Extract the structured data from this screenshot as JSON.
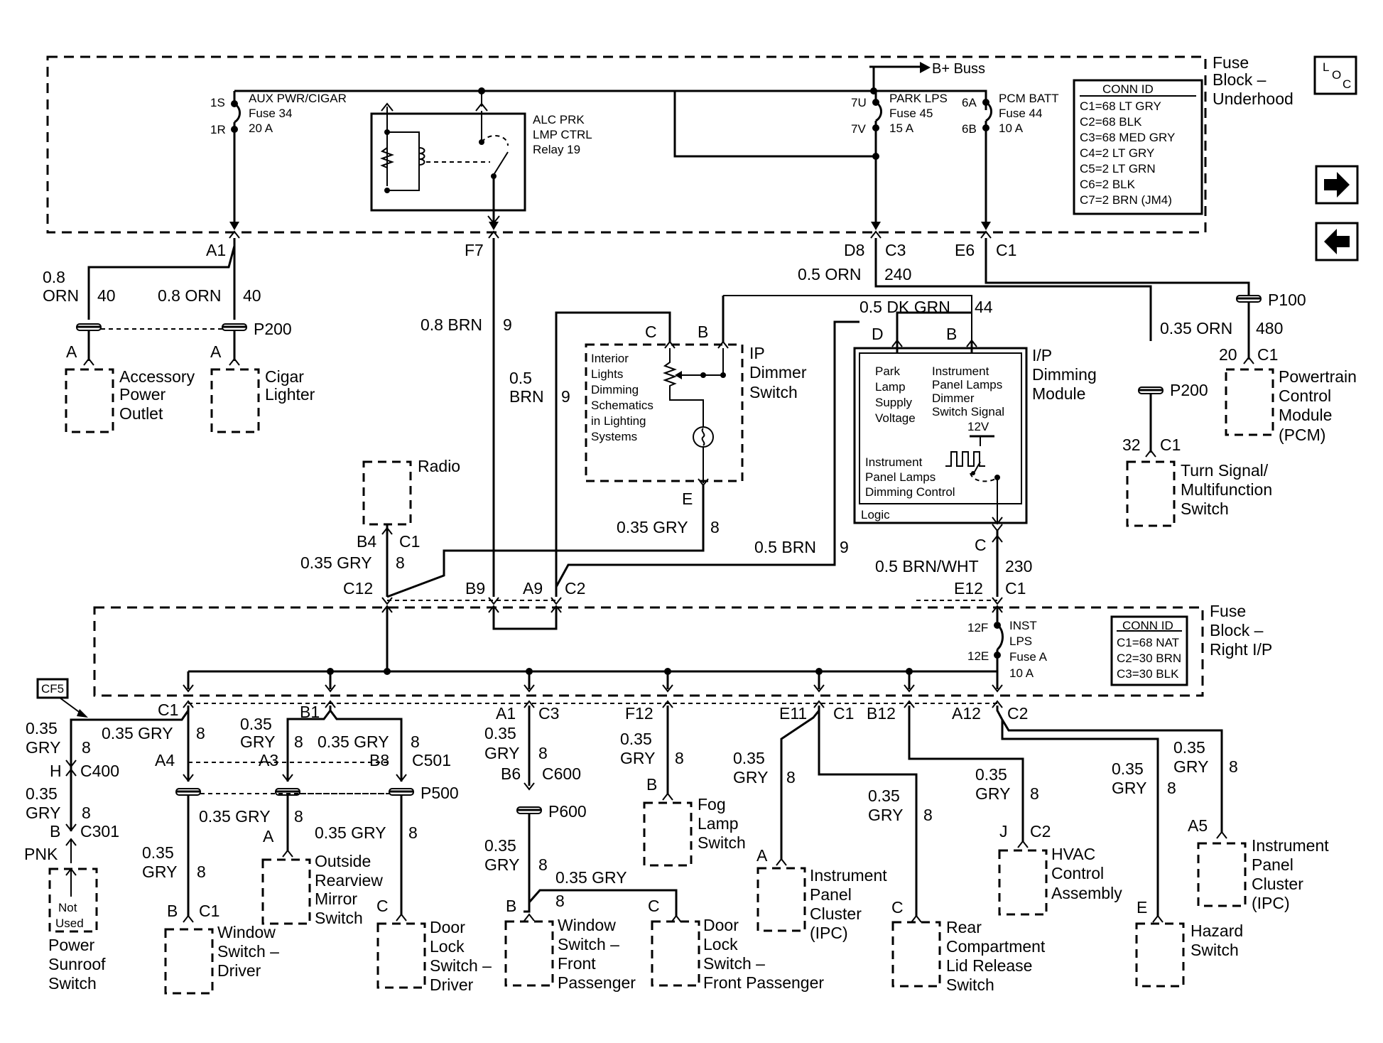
{
  "fuse_block_underhood": {
    "title": [
      "Fuse",
      "Block –",
      "Underhood"
    ],
    "b_plus_label": "B+ Buss",
    "fuse34": {
      "pin_top": "1S",
      "pin_bottom": "1R",
      "name": "AUX PWR/CIGAR",
      "fuse": "Fuse 34",
      "amp": "20 A"
    },
    "fuse45": {
      "pin_top": "7U",
      "pin_bottom": "7V",
      "name": "PARK LPS",
      "fuse": "Fuse 45",
      "amp": "15 A"
    },
    "fuse44": {
      "pin_top": "6A",
      "pin_bottom": "6B",
      "name": "PCM BATT",
      "fuse": "Fuse 44",
      "amp": "10 A"
    },
    "relay": [
      "ALC PRK",
      "LMP CTRL",
      "Relay 19"
    ],
    "conn_id": {
      "title": "CONN ID",
      "rows": [
        "C1=68 LT GRY",
        "C2=68 BLK",
        "C3=68 MED GRY",
        "C4=2 LT GRY",
        "C5=2 LT GRN",
        "C6=2 BLK",
        "C7=2 BRN (JM4)"
      ]
    }
  },
  "nav": {
    "loc_l": "L",
    "loc_o": "O",
    "loc_c": "C",
    "next_icon": "arrow-right-icon",
    "prev_icon": "arrow-left-icon"
  },
  "top_connectors": {
    "a1": "A1",
    "f7": "F7",
    "d8": "D8",
    "c3": "C3",
    "e6": "E6",
    "c1": "C1"
  },
  "wires_left": {
    "w1_size": "0.8",
    "w1_color": "ORN",
    "w1_circuit": "40",
    "w2_label": "0.8 ORN",
    "w2_circuit": "40",
    "p200": "P200",
    "pin_a1": "A",
    "pin_a2": "A",
    "accessory": [
      "Accessory",
      "Power",
      "Outlet"
    ],
    "cigar": [
      "Cigar",
      "Lighter"
    ],
    "brn_label": "0.8 BRN",
    "brn_circuit": "9"
  },
  "ip_dimmer": {
    "title": [
      "IP",
      "Dimmer",
      "Switch"
    ],
    "note": [
      "Interior",
      "Lights",
      "Dimming",
      "Schematics",
      "in Lighting",
      "Systems"
    ],
    "pin_c": "C",
    "pin_b": "B",
    "pin_e": "E",
    "wire_05": "0.5",
    "wire_brn": "BRN",
    "wire_9": "9",
    "wire_gry": "0.35 GRY",
    "wire_gry_circuit": "8"
  },
  "right_top": {
    "orn_label": "0.5 ORN",
    "orn_circuit": "240",
    "dkgrn_label": "0.5 DK GRN",
    "dkgrn_circuit": "44",
    "p100": "P100",
    "orn035_label": "0.35 ORN",
    "orn035_circuit": "480",
    "pcm_pin": "20",
    "pcm_conn": "C1",
    "pcm": [
      "Powertrain",
      "Control",
      "Module",
      "(PCM)"
    ],
    "p200": "P200",
    "ts_pin": "32",
    "ts_conn": "C1",
    "turn_signal": [
      "Turn Signal/",
      "Multifunction",
      "Switch"
    ]
  },
  "ip_dimming_module": {
    "title": [
      "I/P",
      "Dimming",
      "Module"
    ],
    "pin_d": "D",
    "pin_b": "B",
    "park": [
      "Park",
      "Lamp",
      "Supply",
      "Voltage"
    ],
    "inst": [
      "Instrument",
      "Panel Lamps",
      "Dimmer",
      "Switch Signal"
    ],
    "v12": "12V",
    "control": [
      "Instrument",
      "Panel Lamps",
      "Dimming Control"
    ],
    "logic": "Logic",
    "pin_c": "C",
    "brnwht_label": "0.5 BRN/WHT",
    "brnwht_circuit": "230",
    "brn_label": "0.5 BRN",
    "brn_circuit": "9"
  },
  "radio": {
    "name": "Radio",
    "pin": "B4",
    "conn": "C1",
    "wire_label": "0.35 GRY",
    "wire_circuit": "8"
  },
  "mid_connectors": {
    "c12": "C12",
    "b9": "B9",
    "a9": "A9",
    "c2": "C2",
    "e12": "E12",
    "c1": "C1"
  },
  "fuse_block_rip": {
    "title": [
      "Fuse",
      "Block –",
      "Right I/P"
    ],
    "fuse": {
      "pin_top": "12F",
      "pin_bottom": "12E",
      "name_1": "INST",
      "name_2": "LPS",
      "fuse": "Fuse A",
      "amp": "10 A"
    },
    "conn_id": {
      "title": "CONN ID",
      "rows": [
        "C1=68 NAT",
        "C2=30 BRN",
        "C3=30 BLK"
      ]
    }
  },
  "bottom": {
    "cf5": "CF5",
    "c1_a": "C1",
    "b1": "B1",
    "a1": "A1",
    "c3": "C3",
    "f12": "F12",
    "e11": "E11",
    "c1_b": "C1",
    "b12": "B12",
    "a12": "A12",
    "c2": "C2",
    "sunroof_wire1": [
      "0.35",
      "GRY"
    ],
    "sunroof_w1_c": "8",
    "sunroof_pin_h": "H",
    "sunroof_c400": "C400",
    "sunroof_wire2": [
      "0.35",
      "GRY"
    ],
    "sunroof_w2_c": "8",
    "sunroof_pin_b": "B",
    "sunroof_c301": "C301",
    "pnk": "PNK",
    "not_used": [
      "Not",
      "Used"
    ],
    "sunroof": [
      "Power",
      "Sunroof",
      "Switch"
    ],
    "gry_a": "0.35 GRY",
    "gry_a_c": "8",
    "a4": "A4",
    "mir_wire": [
      "0.35",
      "GRY"
    ],
    "mir_c": "8",
    "a3": "A3",
    "gry_b": "0.35 GRY",
    "gry_b_c": "8",
    "b8": "B8",
    "c501": "C501",
    "p500": "P500",
    "gry_c": "0.35 GRY",
    "gry_c_c": "8",
    "mir_pin": "A",
    "mirror": [
      "Outside",
      "Rearview",
      "Mirror",
      "Switch"
    ],
    "gry_d": "0.35 GRY",
    "gry_d_c": "8",
    "dld_pin": "C",
    "door_driver": [
      "Door",
      "Lock",
      "Switch –",
      "Driver"
    ],
    "wsd_wire": [
      "0.35",
      "GRY"
    ],
    "wsd_c": "8",
    "wsd_pin": "B",
    "wsd_conn": "C1",
    "window_driver": [
      "Window",
      "Switch –",
      "Driver"
    ],
    "c600_wire": [
      "0.35",
      "GRY"
    ],
    "c600_c": "8",
    "b6": "B6",
    "c600": "C600",
    "p600": "P600",
    "p600_wire": [
      "0.35",
      "GRY"
    ],
    "p600_c": "8",
    "fp_wire": "0.35 GRY",
    "wsfp_pin": "B",
    "wsfp_c": "8",
    "dlfp_pin": "C",
    "window_fp": [
      "Window",
      "Switch –",
      "Front",
      "Passenger"
    ],
    "door_fp": [
      "Door",
      "Lock",
      "Switch –",
      "Front Passenger"
    ],
    "fog_wire": [
      "0.35",
      "GRY"
    ],
    "fog_c": "8",
    "fog_pin": "B",
    "fog": [
      "Fog",
      "Lamp",
      "Switch"
    ],
    "ipc1_wire": [
      "0.35",
      "GRY"
    ],
    "ipc1_c": "8",
    "ipc1_pin": "A",
    "ipc1": [
      "Instrument",
      "Panel",
      "Cluster",
      "(IPC)"
    ],
    "rear_wire": [
      "0.35",
      "GRY"
    ],
    "rear_c": "8",
    "rear_pin": "C",
    "rear": [
      "Rear",
      "Compartment",
      "Lid Release",
      "Switch"
    ],
    "hvac_wire": [
      "0.35",
      "GRY"
    ],
    "hvac_c": "8",
    "hvac_pin": "J",
    "hvac_conn": "C2",
    "hvac": [
      "HVAC",
      "Control",
      "Assembly"
    ],
    "haz_wire": [
      "0.35",
      "GRY"
    ],
    "haz_c": "8",
    "haz_pin": "E",
    "hazard": [
      "Hazard",
      "Switch"
    ],
    "ipc2_wire": [
      "0.35",
      "GRY"
    ],
    "ipc2_c": "8",
    "ipc2_pin": "A5",
    "ipc2": [
      "Instrument",
      "Panel",
      "Cluster",
      "(IPC)"
    ]
  }
}
